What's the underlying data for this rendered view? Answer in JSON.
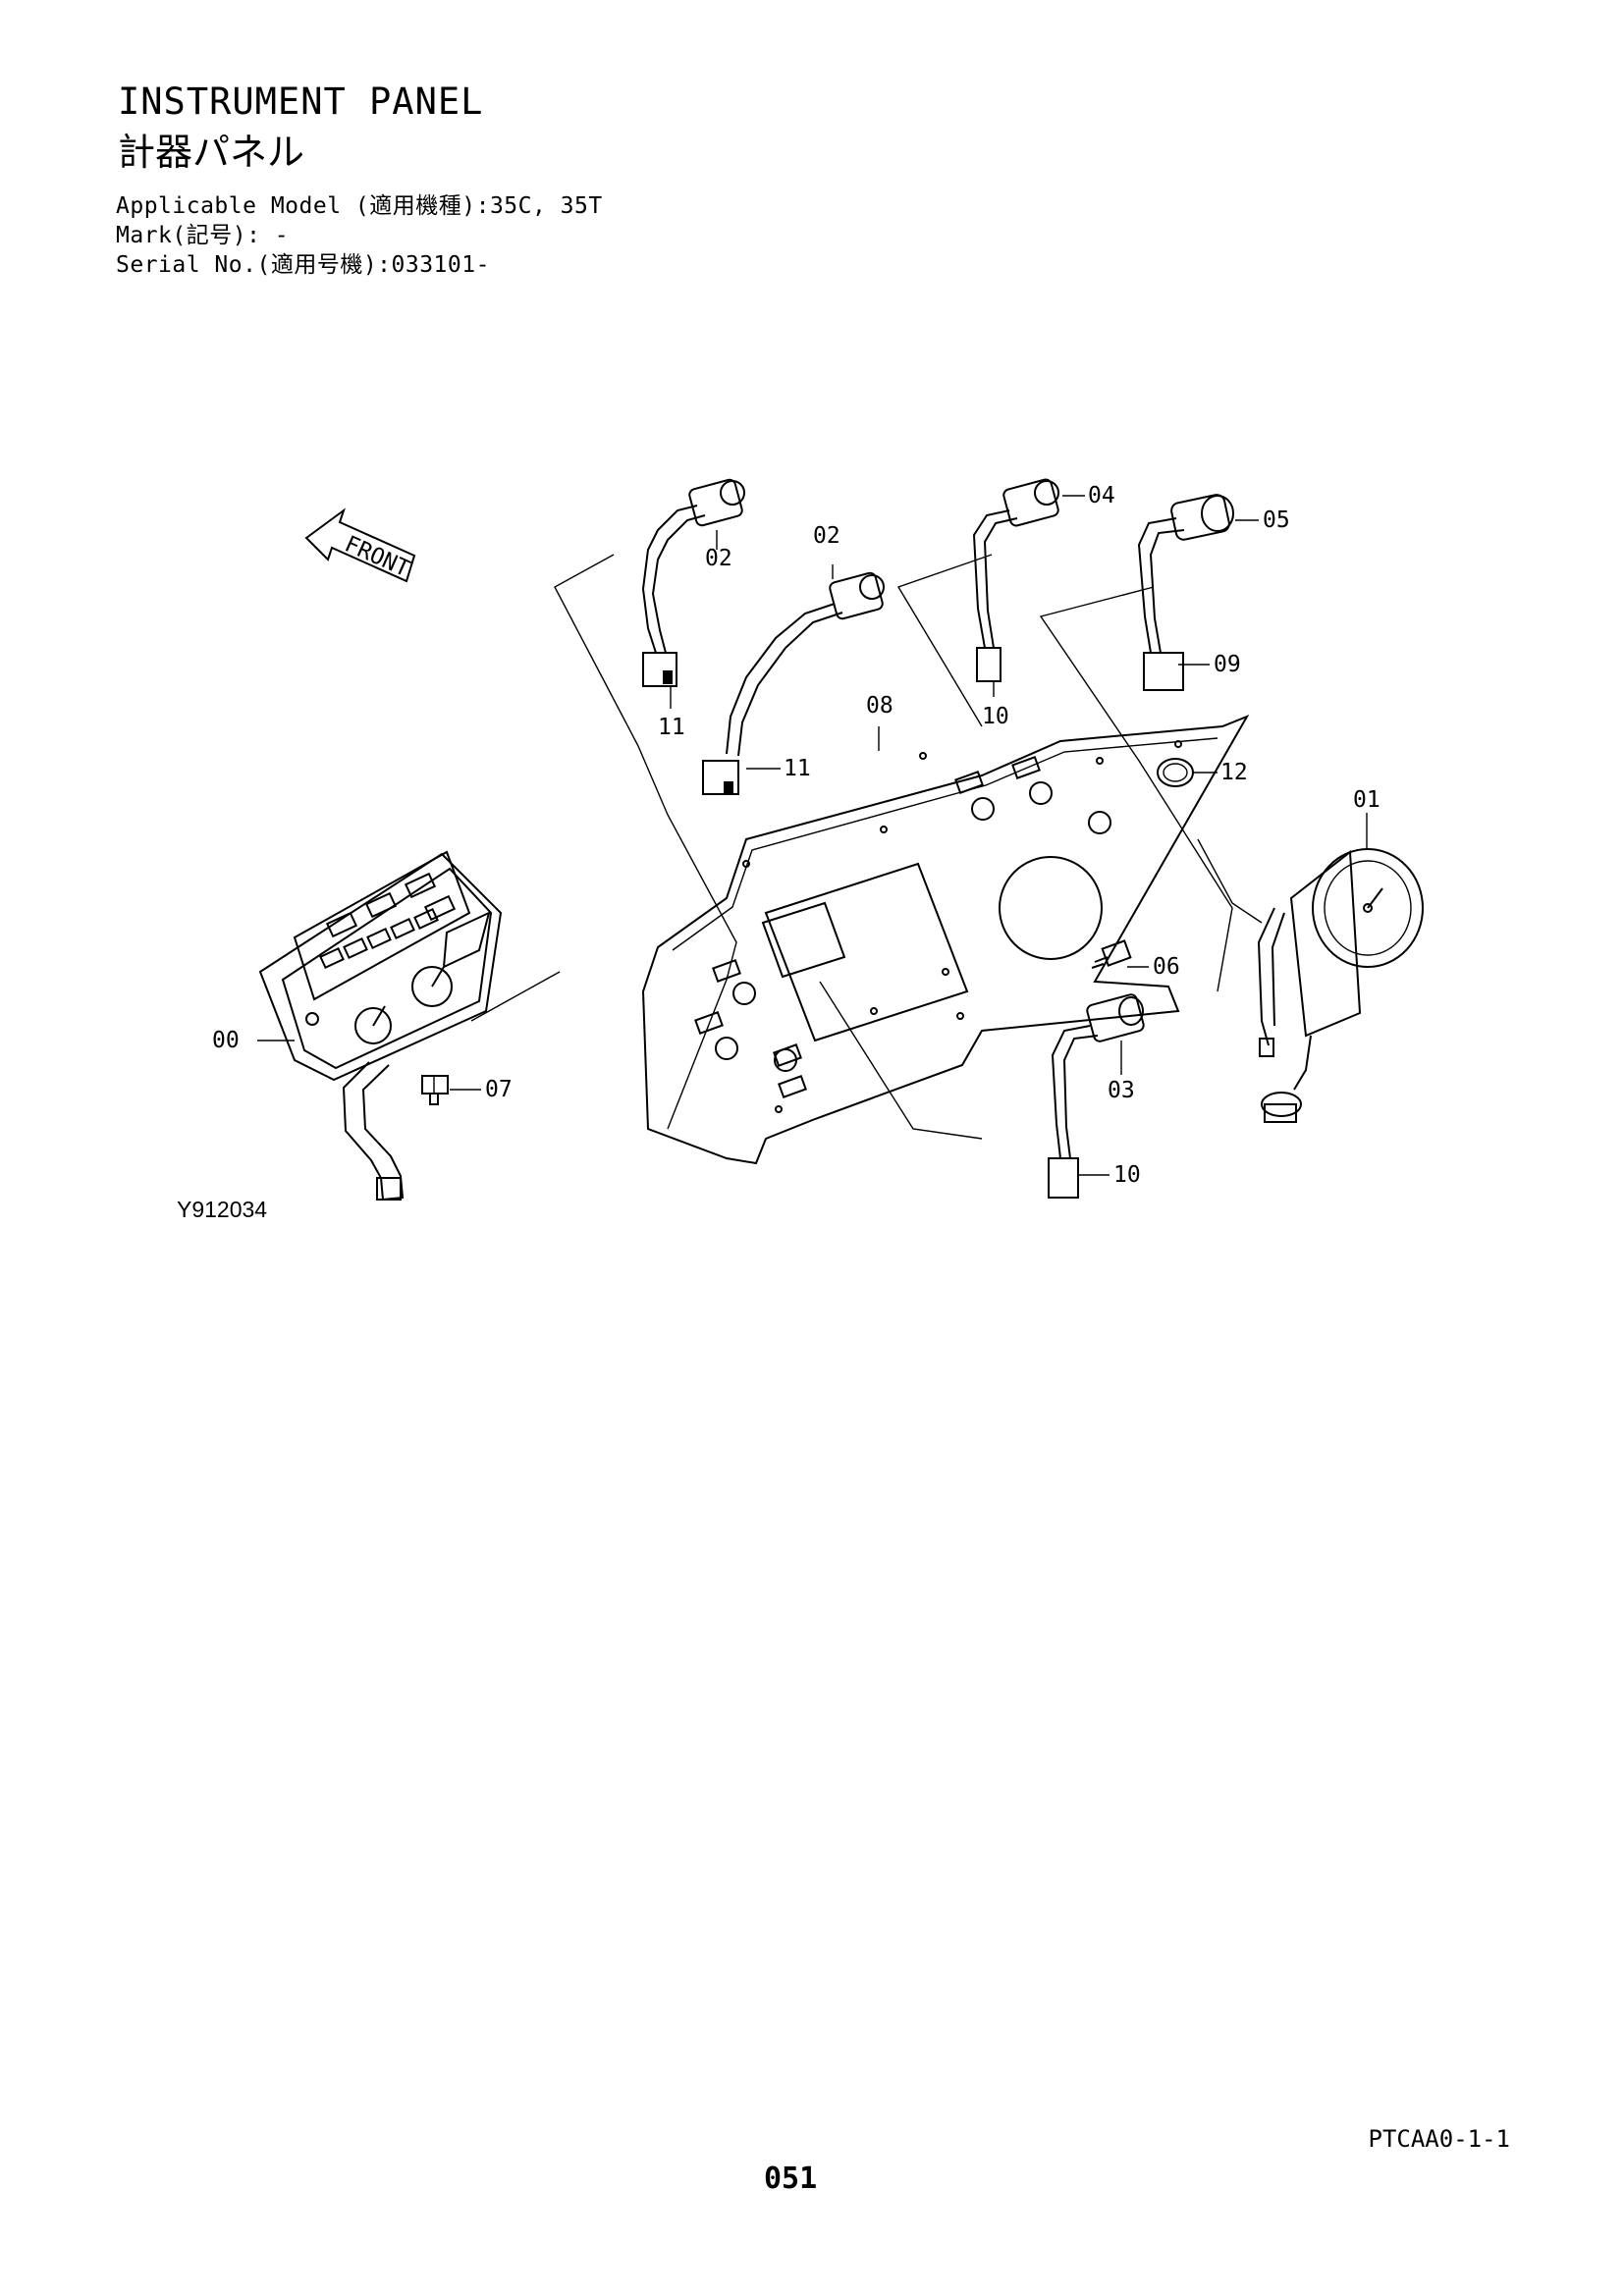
{
  "header": {
    "title_en": "INSTRUMENT PANEL",
    "title_jp": "計器パネル",
    "applicable_model": "Applicable Model (適用機種):35C, 35T",
    "mark": "Mark(記号): -",
    "serial_no": "Serial No.(適用号機):033101-"
  },
  "diagram": {
    "front_label": "FRONT",
    "image_id": "Y912034",
    "callouts": {
      "c00": "00",
      "c01": "01",
      "c02a": "02",
      "c02b": "02",
      "c03": "03",
      "c04": "04",
      "c05": "05",
      "c06": "06",
      "c07": "07",
      "c08": "08",
      "c09": "09",
      "c10a": "10",
      "c10b": "10",
      "c11a": "11",
      "c11b": "11",
      "c12": "12"
    }
  },
  "footer": {
    "code": "PTCAA0-1-1",
    "page_number": "051"
  }
}
